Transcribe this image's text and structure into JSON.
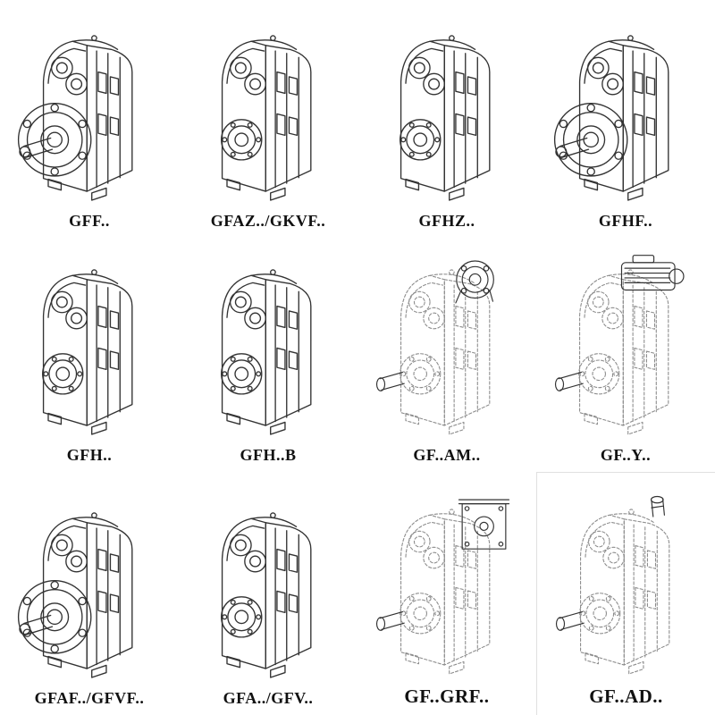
{
  "page": {
    "background": "#ffffff",
    "description": "Catalog sheet of 12 isometric technical line drawings of parallel shaft helical gear units, arranged 4 columns by 3 rows, each with a bold model-code caption"
  },
  "colors": {
    "solid_line": "#333333",
    "dashed_line": "#8c8c8c",
    "label_text": "#111111",
    "faint_border": "#e0e0e0"
  },
  "cells": [
    {
      "label": "GFF..",
      "variant": "solid-output-flange"
    },
    {
      "label": "GFAZ../GKVF..",
      "variant": "solid-foot-hub"
    },
    {
      "label": "GFHZ..",
      "variant": "solid-foot-hub"
    },
    {
      "label": "GFHF..",
      "variant": "solid-output-flange"
    },
    {
      "label": "GFH..",
      "variant": "solid-foot-hub"
    },
    {
      "label": "GFH..B",
      "variant": "solid-foot-hub"
    },
    {
      "label": "GF..AM..",
      "variant": "dashed-with-input-flange"
    },
    {
      "label": "GF..Y..",
      "variant": "dashed-with-motor"
    },
    {
      "label": "GFAF../GFVF..",
      "variant": "solid-output-flange"
    },
    {
      "label": "GFA../GFV..",
      "variant": "solid-foot-hub"
    },
    {
      "label": "GF..GRF..",
      "variant": "dashed-with-adapter-box"
    },
    {
      "label": "GF..AD..",
      "variant": "dashed-with-input-shaft"
    }
  ]
}
